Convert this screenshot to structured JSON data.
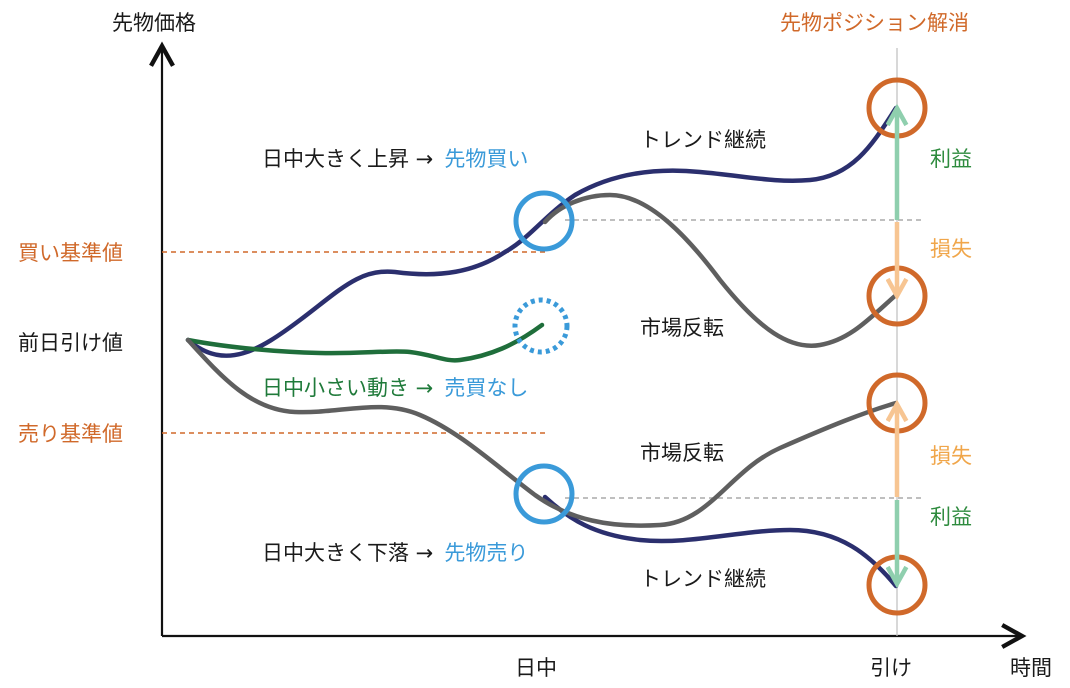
{
  "axes": {
    "y_label": "先物価格",
    "x_label": "時間",
    "x_ticks": {
      "midday": "日中",
      "close": "引け"
    }
  },
  "levels": {
    "buy_threshold": "買い基準値",
    "prev_close": "前日引け値",
    "sell_threshold": "売り基準値"
  },
  "close_title": "先物ポジション解消",
  "scenarios": {
    "rise": {
      "prefix": "日中大きく上昇 →",
      "action": "先物買い"
    },
    "flat": {
      "prefix": "日中小さい動き →",
      "action": "売買なし"
    },
    "fall": {
      "prefix": "日中大きく下落 →",
      "action": "先物売り"
    }
  },
  "outcomes": {
    "trend_up": "トレンド継続",
    "reversal_up": "市場反転",
    "reversal_down": "市場反転",
    "trend_down": "トレンド継続"
  },
  "pnl": {
    "upper_profit": "利益",
    "upper_loss": "損失",
    "lower_loss": "損失",
    "lower_profit": "利益"
  },
  "colors": {
    "navy_line": "#2b2f6e",
    "gray_line": "#5f5f5f",
    "green_line": "#1f6e3b",
    "blue_circle": "#3a9ad9",
    "orange": "#d0692a",
    "profit_arrow": "#8fcfae",
    "loss_arrow": "#f7c592"
  }
}
